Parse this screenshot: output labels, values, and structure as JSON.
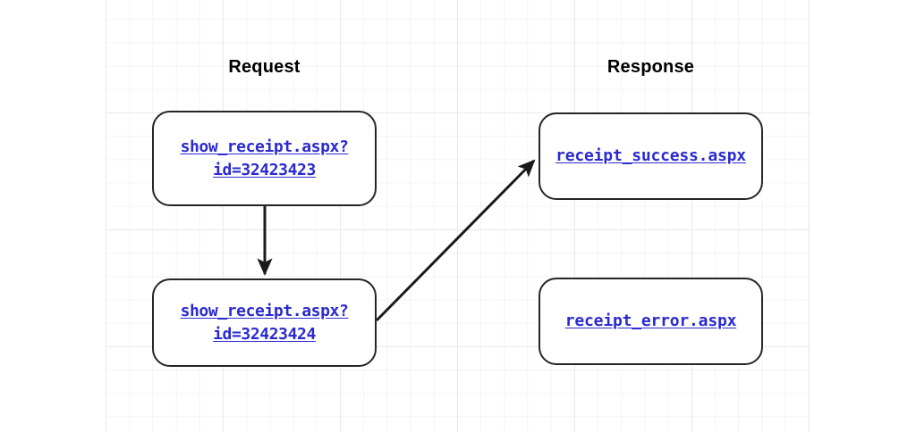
{
  "diagram": {
    "title_columns": {
      "request": "Request",
      "response": "Response"
    },
    "colors": {
      "node_text": "#2a2ad0",
      "node_border": "#262626",
      "arrow": "#1a1a1a",
      "grid_minor": "#f4f4f6",
      "grid_major": "#e9e9ec",
      "background": "#ffffff"
    },
    "nodes": [
      {
        "id": "request-1",
        "column": "Request",
        "label": "show_receipt.aspx?\nid=32423423"
      },
      {
        "id": "request-2",
        "column": "Request",
        "label": "show_receipt.aspx?\nid=32423424"
      },
      {
        "id": "response-success",
        "column": "Response",
        "label": "receipt_success.aspx"
      },
      {
        "id": "response-error",
        "column": "Response",
        "label": "receipt_error.aspx"
      }
    ],
    "edges": [
      {
        "id": "edge-req1-to-req2",
        "from": "request-1",
        "to": "request-2",
        "style": "solid-arrow",
        "direction": "down"
      },
      {
        "id": "edge-req2-to-success",
        "from": "request-2",
        "to": "response-success",
        "style": "solid-arrow",
        "direction": "up-right"
      }
    ]
  }
}
